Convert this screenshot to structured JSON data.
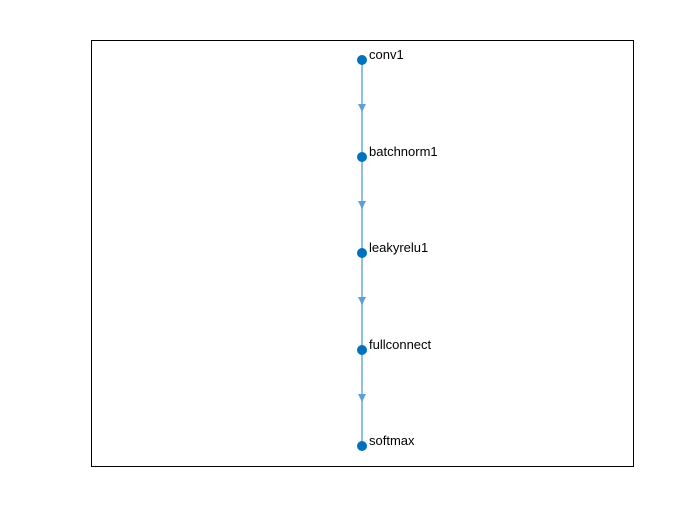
{
  "graph": {
    "nodes": [
      {
        "label": "conv1"
      },
      {
        "label": "batchnorm1"
      },
      {
        "label": "leakyrelu1"
      },
      {
        "label": "fullconnect"
      },
      {
        "label": "softmax"
      }
    ],
    "edges": [
      {
        "from": "conv1",
        "to": "batchnorm1"
      },
      {
        "from": "batchnorm1",
        "to": "leakyrelu1"
      },
      {
        "from": "leakyrelu1",
        "to": "fullconnect"
      },
      {
        "from": "fullconnect",
        "to": "softmax"
      }
    ]
  },
  "colors": {
    "node_fill": "#0072BD",
    "edge_line": "#8FBFE5",
    "edge_arrow": "#5E9FD6",
    "axes_border": "#000000",
    "label_text": "#000000",
    "figure_bg": "#FFFFFF"
  }
}
